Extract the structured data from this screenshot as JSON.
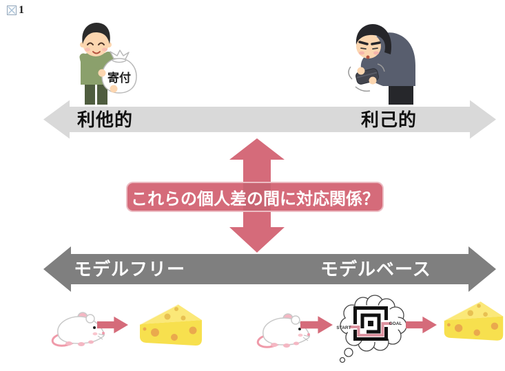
{
  "figure": {
    "label_number": "1"
  },
  "colors": {
    "top_arrow": "#d9d9d9",
    "bottom_arrow": "#7f7f7f",
    "accent_pink": "#d56b7a",
    "maze_path_pink": "#dd93a0",
    "cheese_yellow": "#f7e04e",
    "top_label_text": "#111111",
    "bottom_label_text": "#ffffff"
  },
  "top_axis": {
    "left_label": "利他的",
    "right_label": "利己的"
  },
  "question_box": {
    "text": "これらの個人差の間に対応関係？"
  },
  "bottom_axis": {
    "left_label": "モデルフリー",
    "right_label": "モデルベース"
  },
  "left_person": {
    "bag_label": "寄付"
  },
  "maze": {
    "start_label": "START",
    "goal_label": "GOAL"
  }
}
